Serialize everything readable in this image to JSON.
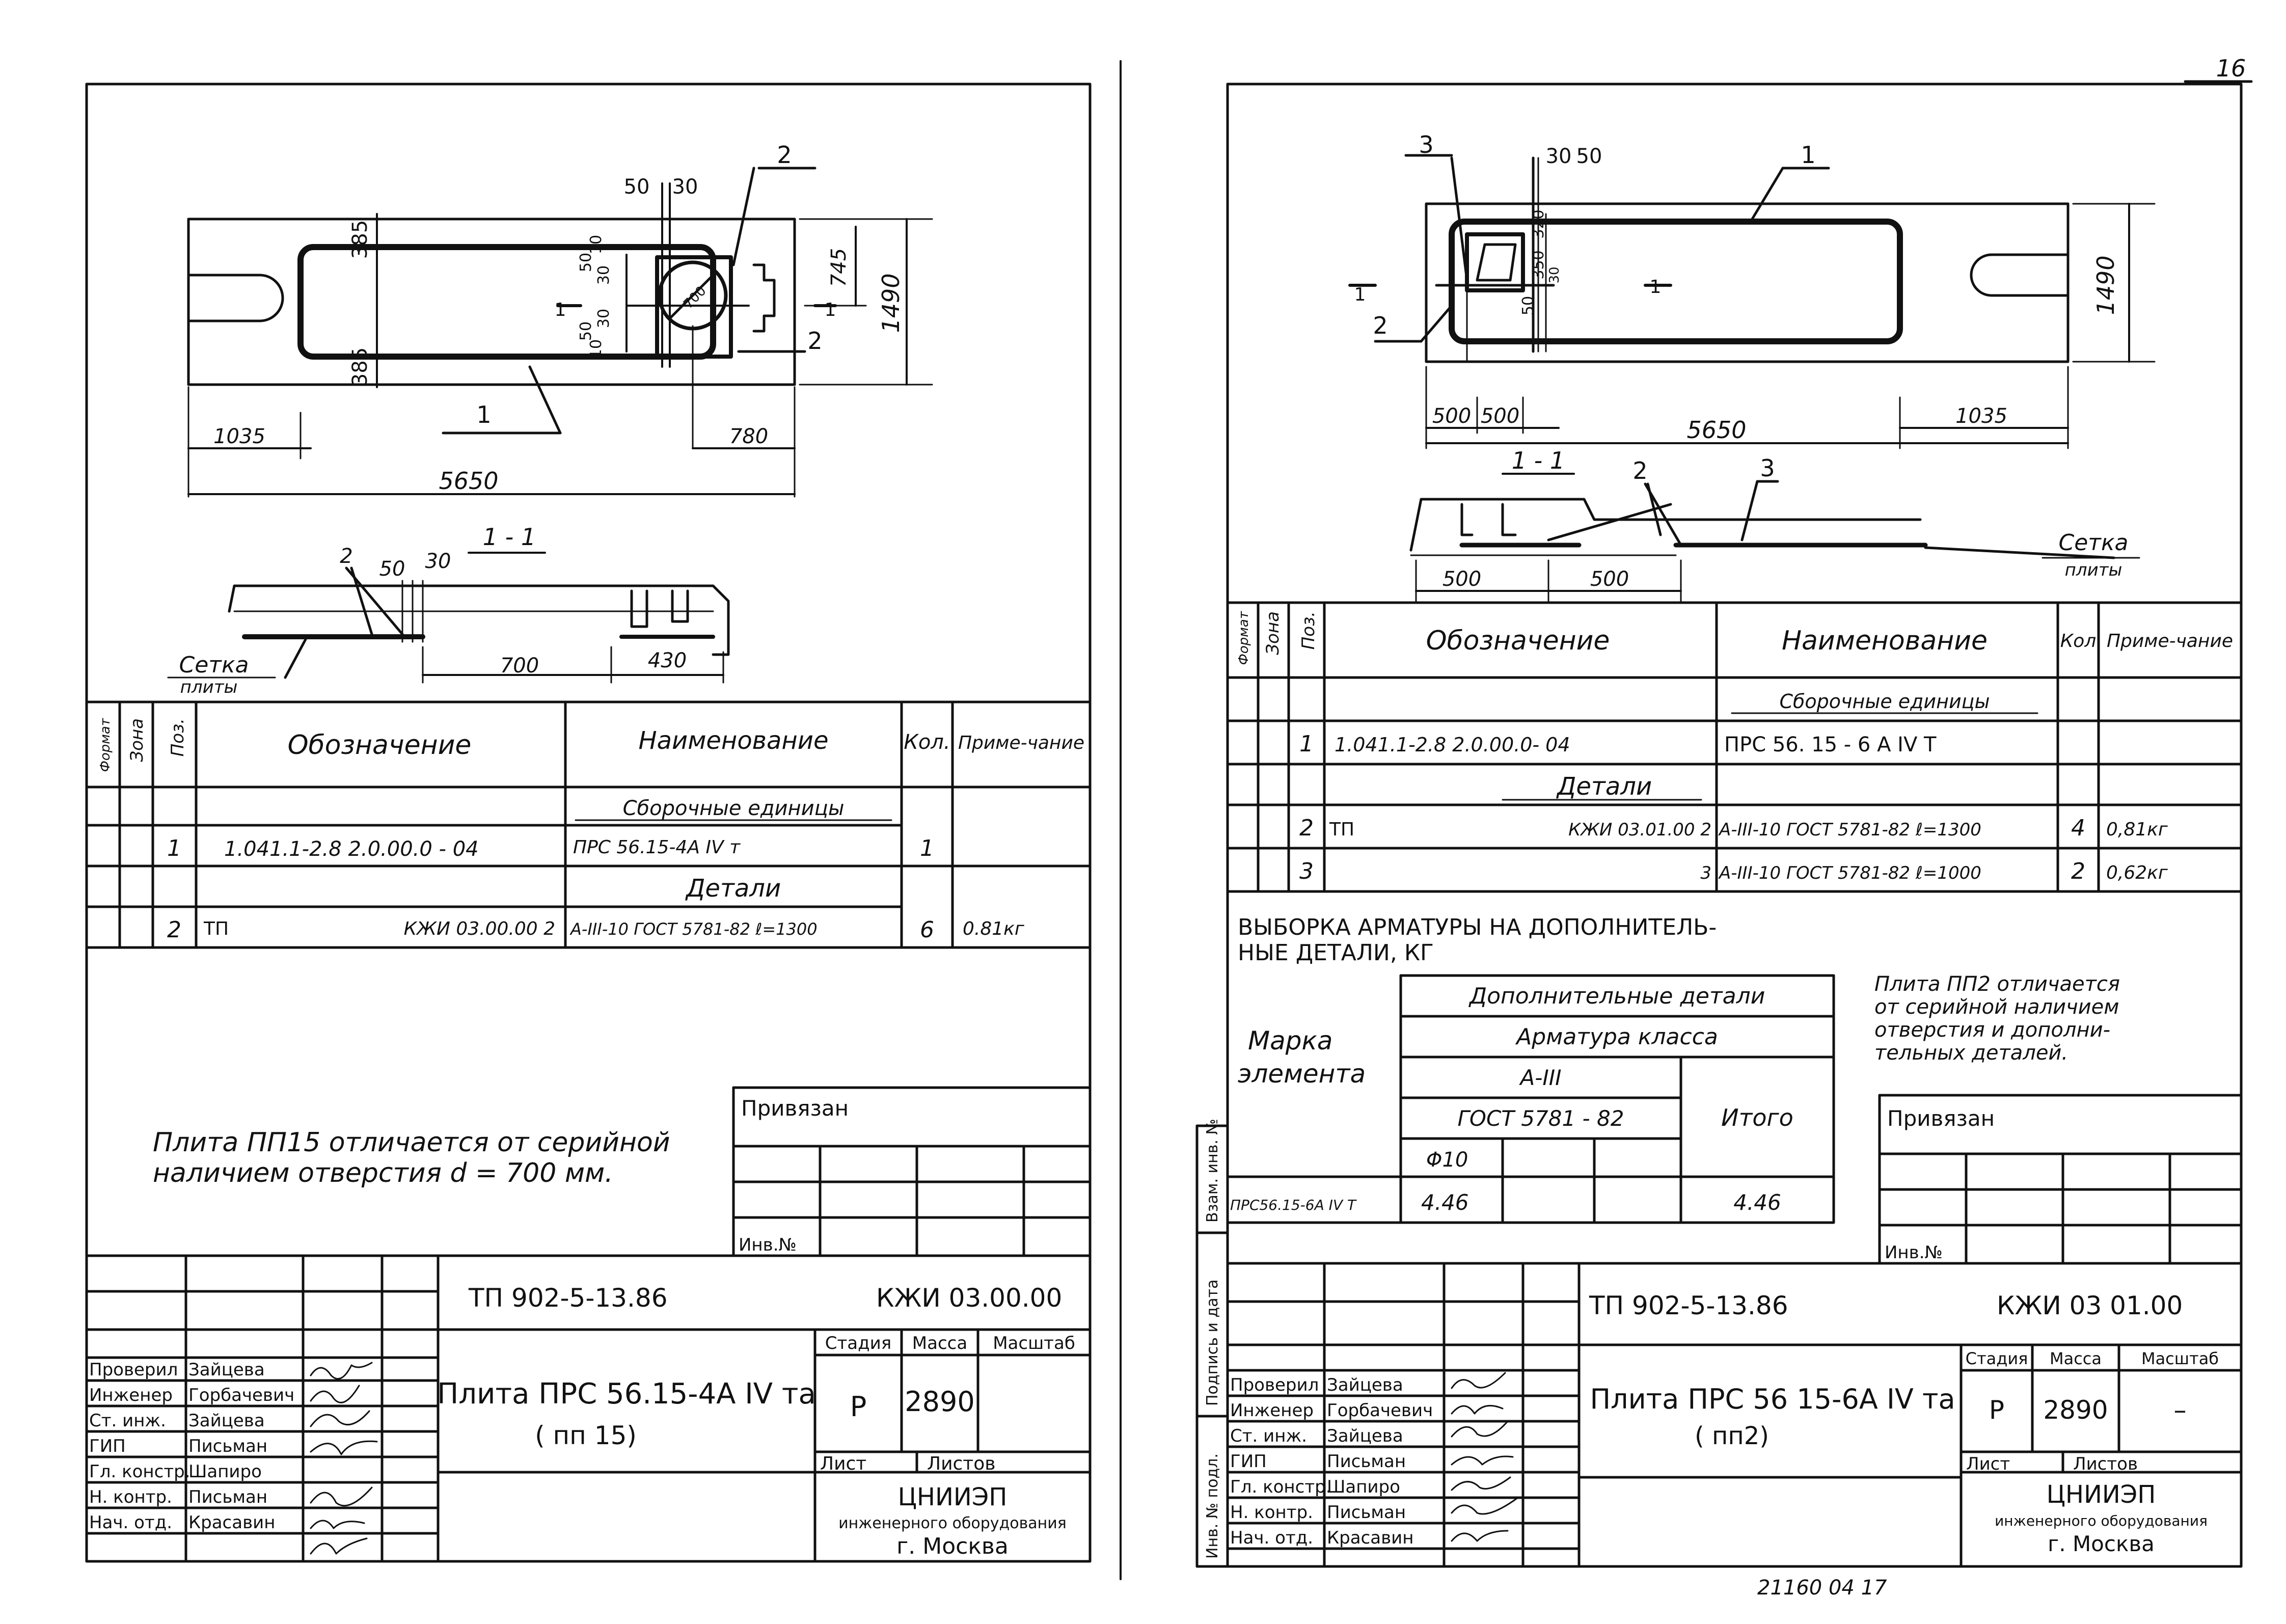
{
  "page_numbers": {
    "top_right": "16",
    "bottom": "21160 04     17"
  },
  "left_sheet": {
    "plan": {
      "dims": [
        "50",
        "30",
        "385",
        "385",
        "10",
        "50",
        "30",
        "30",
        "50",
        "10",
        "745",
        "1490",
        "1035",
        "780",
        "5650"
      ],
      "leaders": [
        "1",
        "2",
        "2"
      ],
      "section_mark": "1",
      "circle_label": "700"
    },
    "section": {
      "title": "1 - 1",
      "dims": [
        "2",
        "50",
        "30",
        "700",
        "430"
      ],
      "mesh_label_1": "Сетка",
      "mesh_label_2": "плиты"
    },
    "spec": {
      "headers": {
        "format": "Формат",
        "zone": "Зона",
        "pos": "Поз.",
        "designation": "Обозначение",
        "name": "Наименование",
        "qty": "Кол.",
        "note": "Приме-чание"
      },
      "group_assembly": "Сборочные  единицы",
      "row1": {
        "pos": "1",
        "designation": "1.041.1-2.8  2.0.00.0 - 04",
        "name": "ПРС 56.15-4А IV т",
        "qty": "1",
        "note": ""
      },
      "group_details": "Детали",
      "row2": {
        "pos": "2",
        "des_a": "ТП",
        "des_b": "КЖИ 03.00.00   2",
        "name": "А-III-10 ГОСТ 5781-82  ℓ=1300",
        "qty": "6",
        "note": "0.81кг"
      }
    },
    "note_text_1": "Плита ПП15 отличается от серийной",
    "note_text_2": "наличием отверстия  d = 700 мм.",
    "bound_label": "Привязан",
    "inv_label": "Инв.№",
    "title_block": {
      "project": "ТП 902-5-13.86",
      "code": "КЖИ 03.00.00",
      "name_line1": "Плита ПРС 56.15-4А IV та",
      "name_line2": "( пп 15)",
      "stage_h": "Стадия",
      "mass_h": "Масса",
      "scale_h": "Масштаб",
      "stage": "Р",
      "mass": "2890",
      "scale": "",
      "sheet_h": "Лист",
      "sheets_h": "Листов",
      "org1": "ЦНИИЭП",
      "org2": "инженерного оборудования",
      "org3": "г. Москва",
      "people": [
        {
          "role": "Проверил",
          "name": "Зайцева"
        },
        {
          "role": "Инженер",
          "name": "Горбачевич"
        },
        {
          "role": "Ст. инж.",
          "name": "Зайцева"
        },
        {
          "role": "ГИП",
          "name": "Письман"
        },
        {
          "role": "Гл. констр.",
          "name": "Шапиро"
        },
        {
          "role": "Н. контр.",
          "name": "Письман"
        },
        {
          "role": "Нач. отд.",
          "name": "Красавин"
        }
      ]
    }
  },
  "right_sheet": {
    "plan": {
      "dims": [
        "30",
        "50",
        "320",
        "350",
        "30",
        "50",
        "1490",
        "500",
        "500",
        "5650",
        "1035"
      ],
      "leaders": [
        "3",
        "1",
        "2"
      ],
      "section_mark": "1"
    },
    "section": {
      "title": "1 - 1",
      "dims": [
        "500",
        "500"
      ],
      "leaders": [
        "2",
        "3"
      ],
      "mesh_label_1": "Сетка",
      "mesh_label_2": "плиты"
    },
    "spec": {
      "headers": {
        "format": "Формат",
        "zone": "Зона",
        "pos": "Поз.",
        "designation": "Обозначение",
        "name": "Наименование",
        "qty": "Кол",
        "note": "Приме-чание"
      },
      "group_assembly": "Сборочные  единицы",
      "row1": {
        "pos": "1",
        "designation": "1.041.1-2.8    2.0.00.0- 04",
        "name": "ПРС 56. 15 - 6 А IV Т",
        "qty": "",
        "note": ""
      },
      "group_details": "Детали",
      "row2": {
        "pos": "2",
        "des_a": "ТП",
        "des_b": "КЖИ 03.01.00  2",
        "name": "А-III-10 ГОСТ 5781-82  ℓ=1300",
        "qty": "4",
        "note": "0,81кг"
      },
      "row3": {
        "pos": "3",
        "des_a": "",
        "des_b": "3",
        "name": "А-III-10 ГОСТ 5781-82  ℓ=1000",
        "qty": "2",
        "note": "0,62кг"
      }
    },
    "sample_title_1": "ВЫБОРКА  АРМАТУРЫ  НА  ДОПОЛНИТЕЛЬ-",
    "sample_title_2": "НЫЕ  ДЕТАЛИ,  КГ",
    "sample": {
      "mark_1": "Марка",
      "mark_2": "элемента",
      "add_details": "Дополнительные детали",
      "rebar_class": "Арматура класса",
      "class": "А-III",
      "gost": "ГОСТ 5781 - 82",
      "total_h": "Итого",
      "diameter": "Φ10",
      "row_mark": "ПРС56.15-6А IV Т",
      "row_value": "4.46",
      "row_total": "4.46"
    },
    "note_1": "Плита ПП2 отличается",
    "note_2": "от серийной наличием",
    "note_3": "отверстия и дополни-",
    "note_4": "тельных деталей.",
    "bound_label": "Привязан",
    "inv_label": "Инв.№",
    "side_labels": [
      "Взам. инв. №",
      "Подпись и дата",
      "Инв. № подл."
    ],
    "title_block": {
      "project": "ТП 902-5-13.86",
      "code": "КЖИ 03 01.00",
      "name_line1": "Плита ПРС 56 15-6А IV та",
      "name_line2": "( пп2)",
      "stage_h": "Стадия",
      "mass_h": "Масса",
      "scale_h": "Масштаб",
      "stage": "Р",
      "mass": "2890",
      "scale": "–",
      "sheet_h": "Лист",
      "sheets_h": "Листов",
      "org1": "ЦНИИЭП",
      "org2": "инженерного оборудования",
      "org3": "г. Москва",
      "people": [
        {
          "role": "Проверил",
          "name": "Зайцева"
        },
        {
          "role": "Инженер",
          "name": "Горбачевич"
        },
        {
          "role": "Ст. инж.",
          "name": "Зайцева"
        },
        {
          "role": "ГИП",
          "name": "Письман"
        },
        {
          "role": "Гл. констр.",
          "name": "Шапиро"
        },
        {
          "role": "Н. контр.",
          "name": "Письман"
        },
        {
          "role": "Нач. отд.",
          "name": "Красавин"
        }
      ]
    }
  }
}
